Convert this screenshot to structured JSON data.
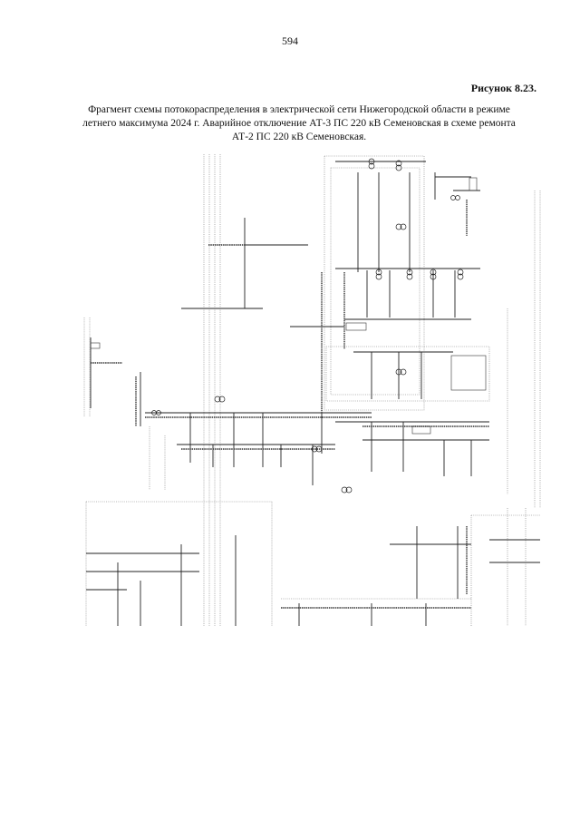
{
  "page": {
    "number": "594",
    "figure_label": "Рисунок 8.23.",
    "caption_lines": [
      "Фрагмент схемы потокораспределения в электрической сети Нижегородской области в режиме",
      "летнего максимума 2024 г. Аварийное отключение АТ-3 ПС 220 кВ Семеновская в схеме ремонта",
      "АТ-2 ПС 220 кВ Семеновская."
    ]
  }
}
